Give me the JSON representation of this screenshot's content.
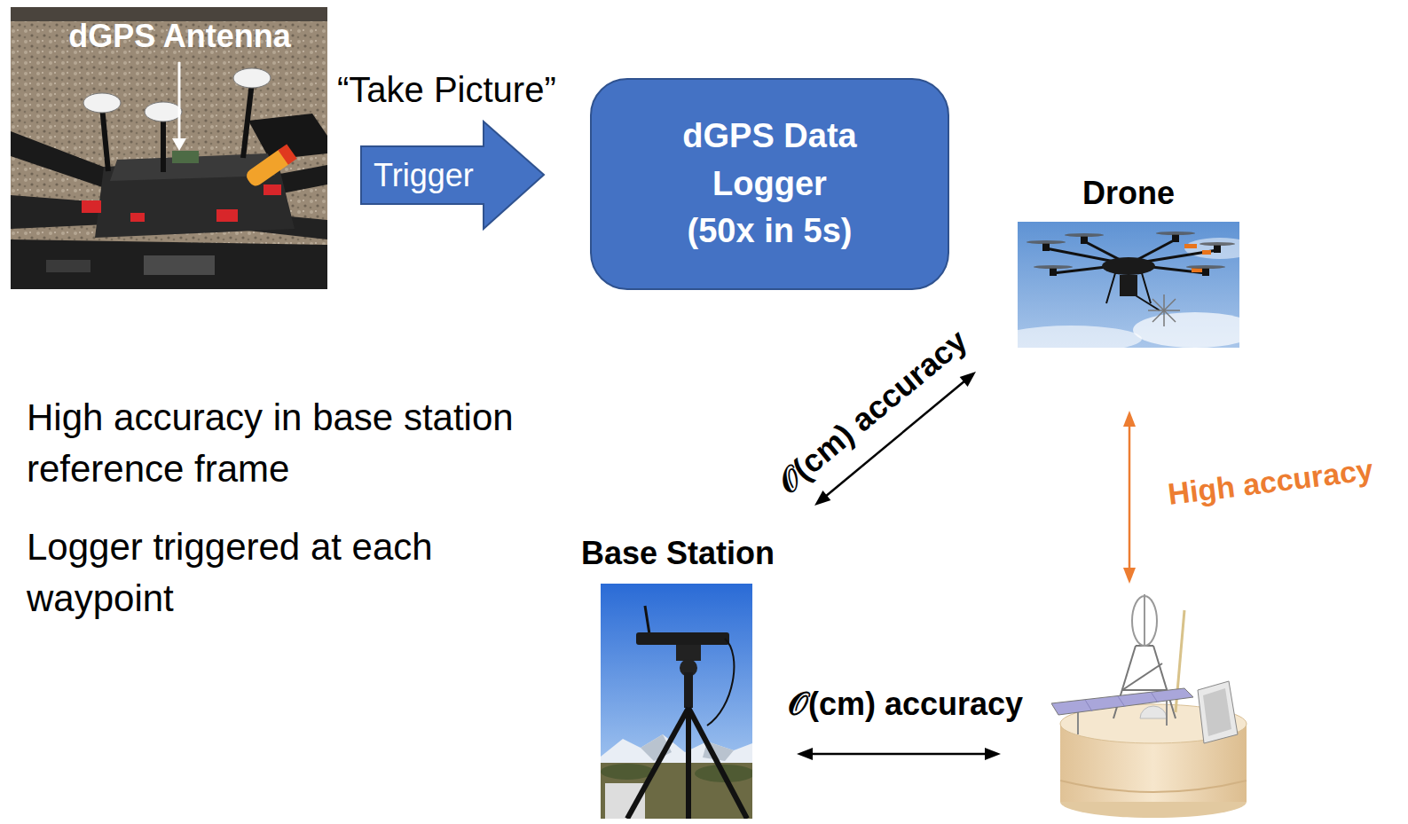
{
  "diagram": {
    "nodes": [
      {
        "text": [
          "“Take Picture”",
          "Trigger"
        ]
      },
      {
        "text": [
          "dGPS Data Logger (50x in 5s)"
        ]
      },
      {
        "text": [
          "Drone"
        ]
      },
      {
        "text": [
          "Base Station"
        ]
      }
    ],
    "edges": [
      {
        "from": 2,
        "to": 3,
        "arrow": "both",
        "label": "𝒪(cm) accuracy"
      }
    ],
    "labels": [
      "dGPS Antenna",
      "High accuracy in base station reference frame",
      "Logger triggered at each waypoint",
      "High accuracy",
      "𝒪(cm) accuracy"
    ]
  }
}
